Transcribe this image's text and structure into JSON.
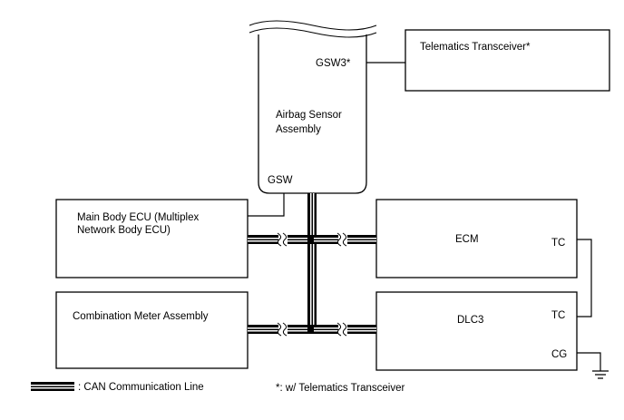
{
  "components": {
    "airbag": {
      "label_line1": "Airbag Sensor",
      "label_line2": "Assembly",
      "pin_gsw": "GSW",
      "pin_gsw3": "GSW3*"
    },
    "telematics": {
      "label": "Telematics Transceiver*"
    },
    "main_body_ecu": {
      "label_line1": "Main Body ECU (Multiplex",
      "label_line2": "Network Body ECU)"
    },
    "combination_meter": {
      "label": "Combination Meter Assembly"
    },
    "ecm": {
      "label": "ECM",
      "pin_tc": "TC"
    },
    "dlc3": {
      "label": "DLC3",
      "pin_tc": "TC",
      "pin_cg": "CG"
    }
  },
  "legend": {
    "can_line": ": CAN Communication Line",
    "footnote": "*: w/ Telematics Transceiver"
  },
  "colors": {
    "line": "#000000",
    "background": "#ffffff"
  }
}
